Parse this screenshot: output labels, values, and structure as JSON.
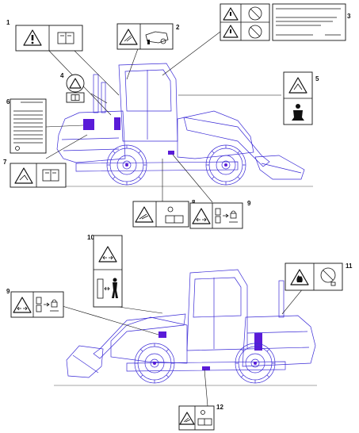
{
  "callouts": [
    {
      "id": "1",
      "label": "1"
    },
    {
      "id": "2",
      "label": "2"
    },
    {
      "id": "3",
      "label": "3"
    },
    {
      "id": "4",
      "label": "4"
    },
    {
      "id": "5",
      "label": "5"
    },
    {
      "id": "6",
      "label": "6"
    },
    {
      "id": "7",
      "label": "7"
    },
    {
      "id": "8",
      "label": "8"
    },
    {
      "id": "9a",
      "label": "9"
    },
    {
      "id": "10",
      "label": "10"
    },
    {
      "id": "9b",
      "label": "9"
    },
    {
      "id": "11",
      "label": "11"
    },
    {
      "id": "12",
      "label": "12"
    }
  ],
  "colors": {
    "machine_line": "#3a2ad6",
    "machine_fill": "#5a1bd8",
    "ink": "#111111"
  },
  "icons": [
    "warning-triangle-icon",
    "manual-book-icon",
    "prohibited-icon",
    "seatbelt-icon",
    "crush-hazard-icon",
    "articulation-hazard-icon",
    "lock-icon",
    "fire-hazard-icon"
  ]
}
